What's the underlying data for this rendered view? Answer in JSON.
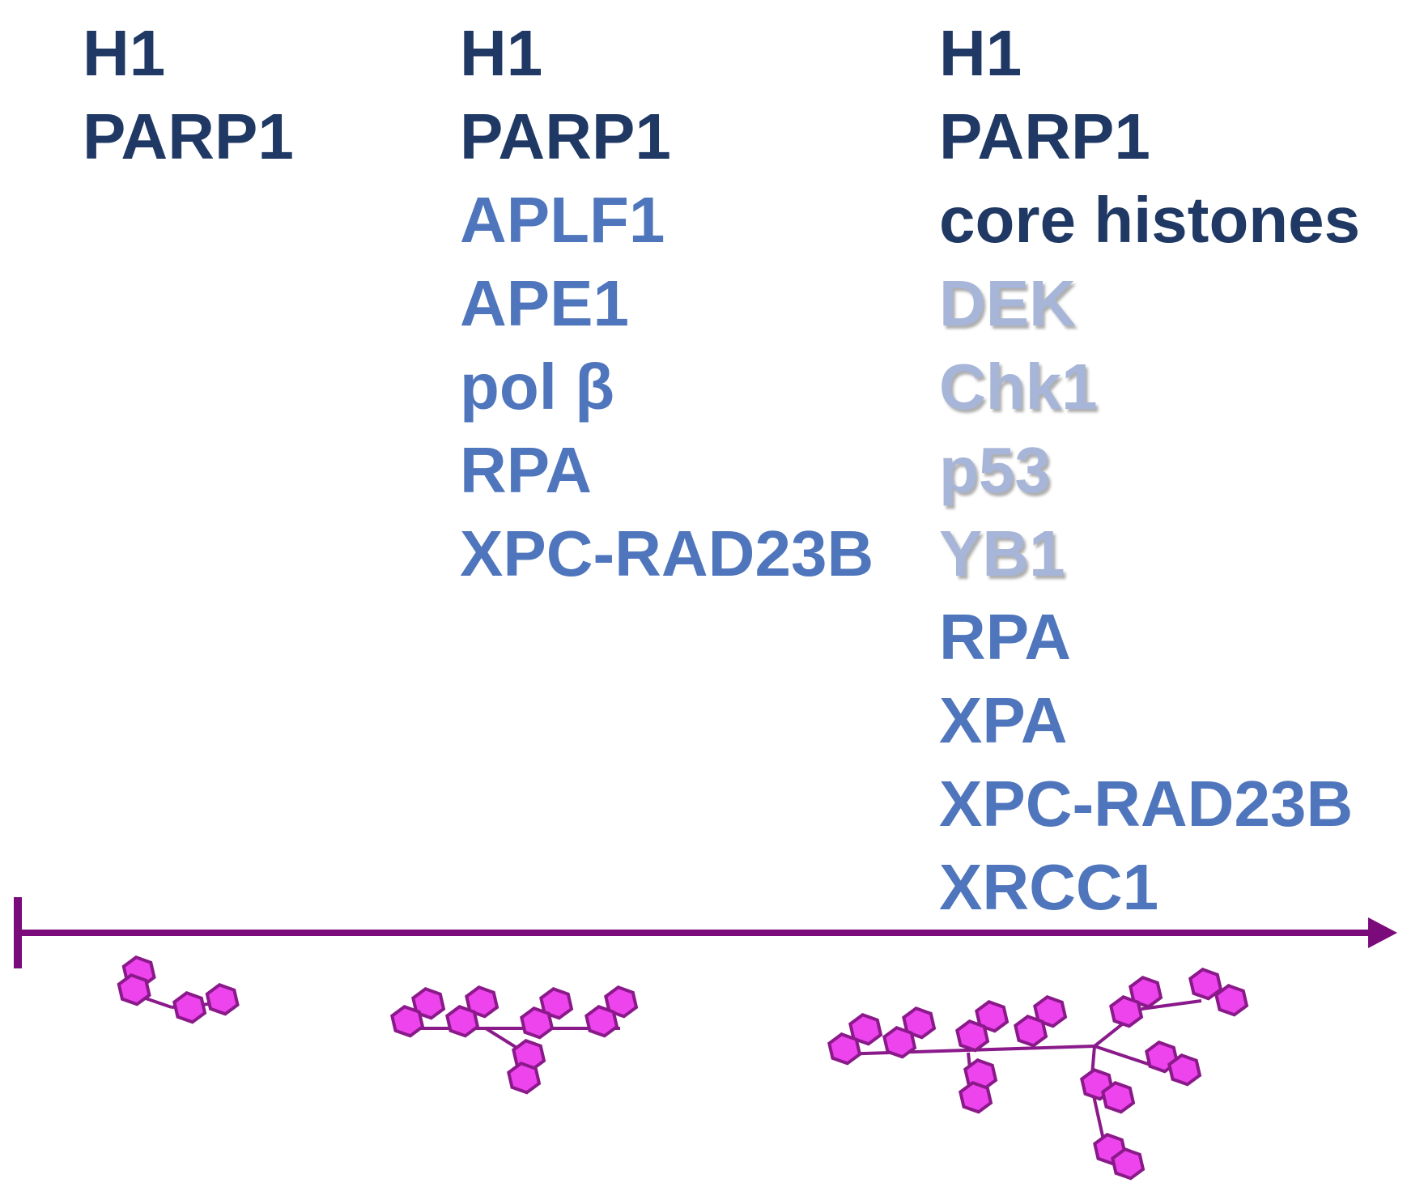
{
  "colors": {
    "dark": "#1f3864",
    "mid": "#4f76bc",
    "light": "#a6b5d8",
    "axis": "#7b0a7b",
    "polymer_fill": "#ee44ee",
    "polymer_stroke": "#8a1a8a"
  },
  "columns": [
    {
      "items": [
        {
          "text": "H1",
          "tone": "dark"
        },
        {
          "text": "PARP1",
          "tone": "dark"
        }
      ]
    },
    {
      "items": [
        {
          "text": "H1",
          "tone": "dark"
        },
        {
          "text": "PARP1",
          "tone": "dark"
        },
        {
          "text": "APLF1",
          "tone": "mid"
        },
        {
          "text": "APE1",
          "tone": "mid"
        },
        {
          "text": "pol β",
          "tone": "mid"
        },
        {
          "text": "RPA",
          "tone": "mid"
        },
        {
          "text": "XPC-RAD23B",
          "tone": "mid"
        }
      ]
    },
    {
      "items": [
        {
          "text": "H1",
          "tone": "dark"
        },
        {
          "text": "PARP1",
          "tone": "dark"
        },
        {
          "text": "core histones",
          "tone": "dark"
        },
        {
          "text": "DEK",
          "tone": "light"
        },
        {
          "text": "Chk1",
          "tone": "light"
        },
        {
          "text": "p53",
          "tone": "light"
        },
        {
          "text": "YB1",
          "tone": "light"
        },
        {
          "text": "RPA",
          "tone": "mid"
        },
        {
          "text": "XPA",
          "tone": "mid"
        },
        {
          "text": "XPC-RAD23B",
          "tone": "mid"
        },
        {
          "text": "XRCC1",
          "tone": "mid"
        }
      ]
    }
  ]
}
